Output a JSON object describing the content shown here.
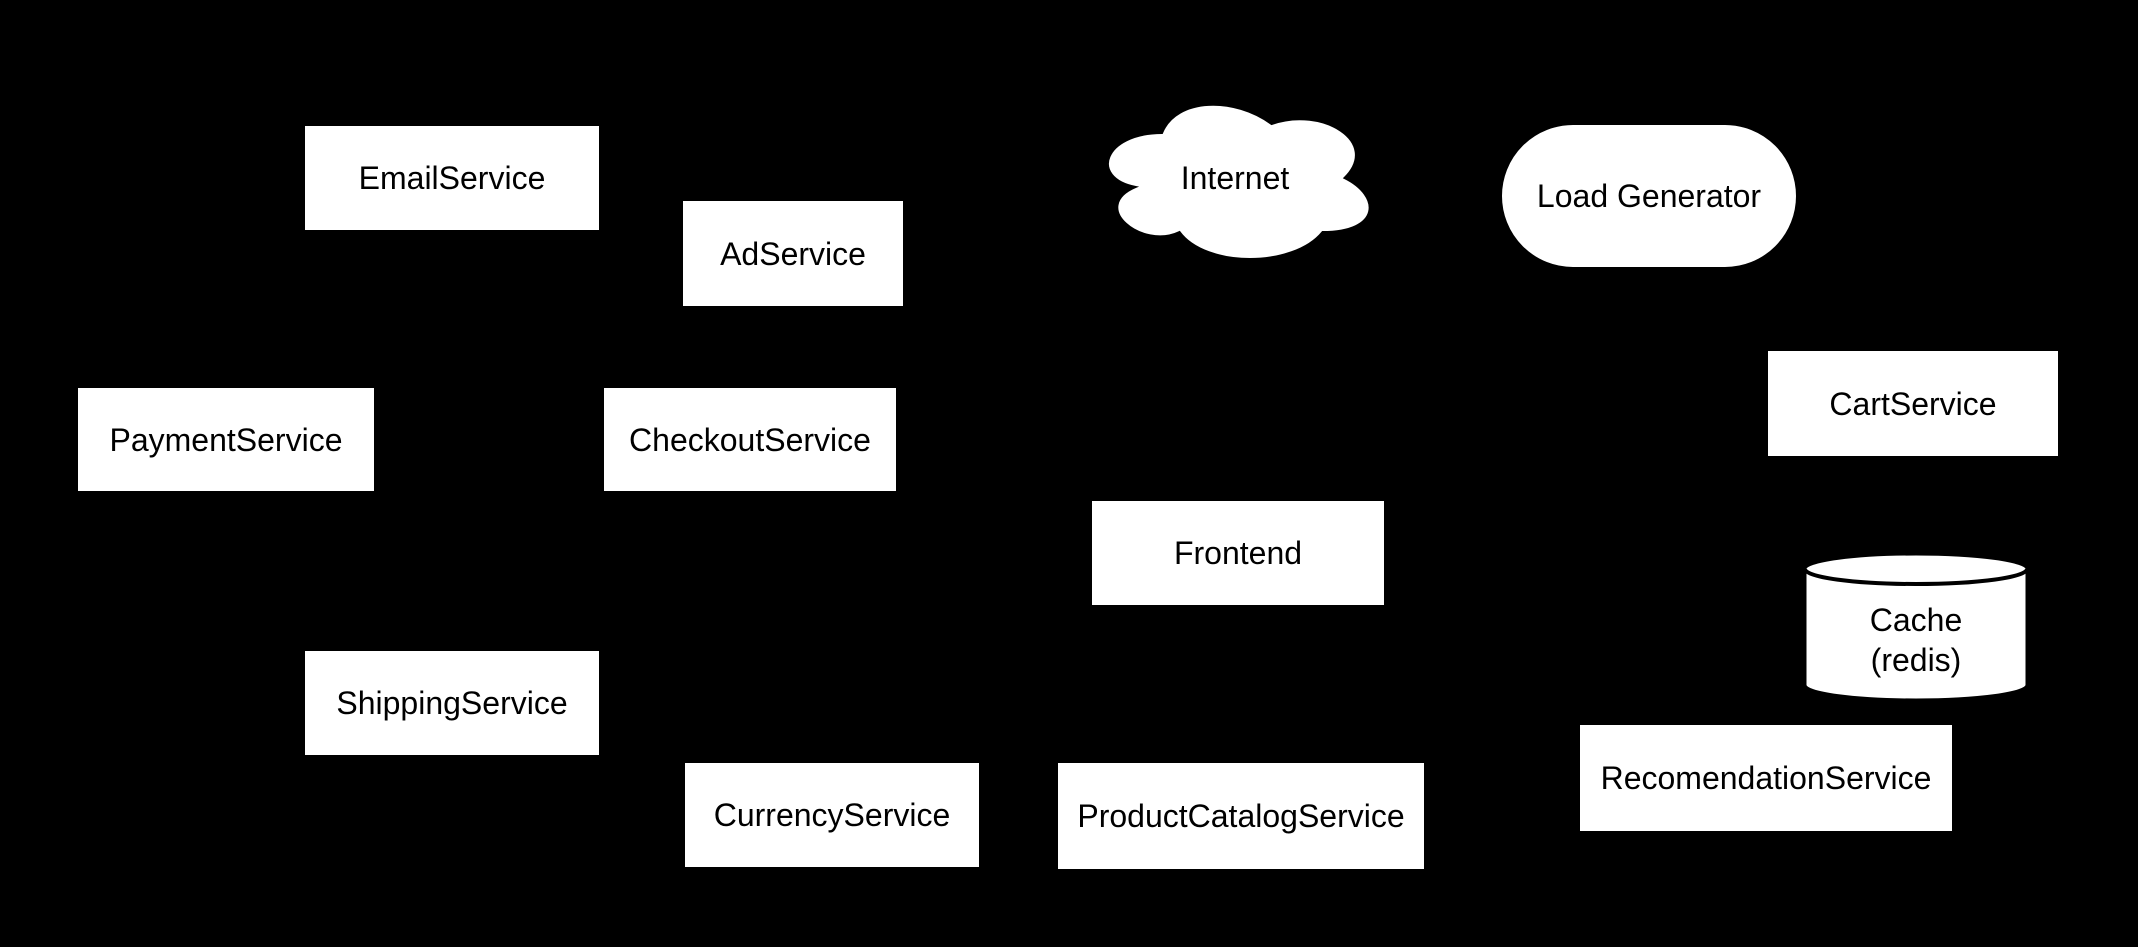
{
  "diagram": {
    "kind": "architecture-diagram",
    "colors": {
      "background": "#000000",
      "node_fill": "#ffffff",
      "node_stroke": "#000000",
      "node_text": "#000000"
    },
    "nodes": {
      "email_service": {
        "label": "EmailService",
        "shape": "rectangle"
      },
      "ad_service": {
        "label": "AdService",
        "shape": "rectangle"
      },
      "internet": {
        "label": "Internet",
        "shape": "cloud"
      },
      "load_generator": {
        "label": "Load Generator",
        "shape": "rounded-rectangle"
      },
      "payment_service": {
        "label": "PaymentService",
        "shape": "rectangle"
      },
      "checkout_service": {
        "label": "CheckoutService",
        "shape": "rectangle"
      },
      "cart_service": {
        "label": "CartService",
        "shape": "rectangle"
      },
      "frontend": {
        "label": "Frontend",
        "shape": "rectangle"
      },
      "cache": {
        "label": "Cache",
        "sublabel": "(redis)",
        "shape": "cylinder"
      },
      "shipping_service": {
        "label": "ShippingService",
        "shape": "rectangle"
      },
      "currency_service": {
        "label": "CurrencyService",
        "shape": "rectangle"
      },
      "product_catalog_service": {
        "label": "ProductCatalogService",
        "shape": "rectangle"
      },
      "recommendation_service": {
        "label": "RecomendationService",
        "shape": "rectangle"
      }
    }
  }
}
